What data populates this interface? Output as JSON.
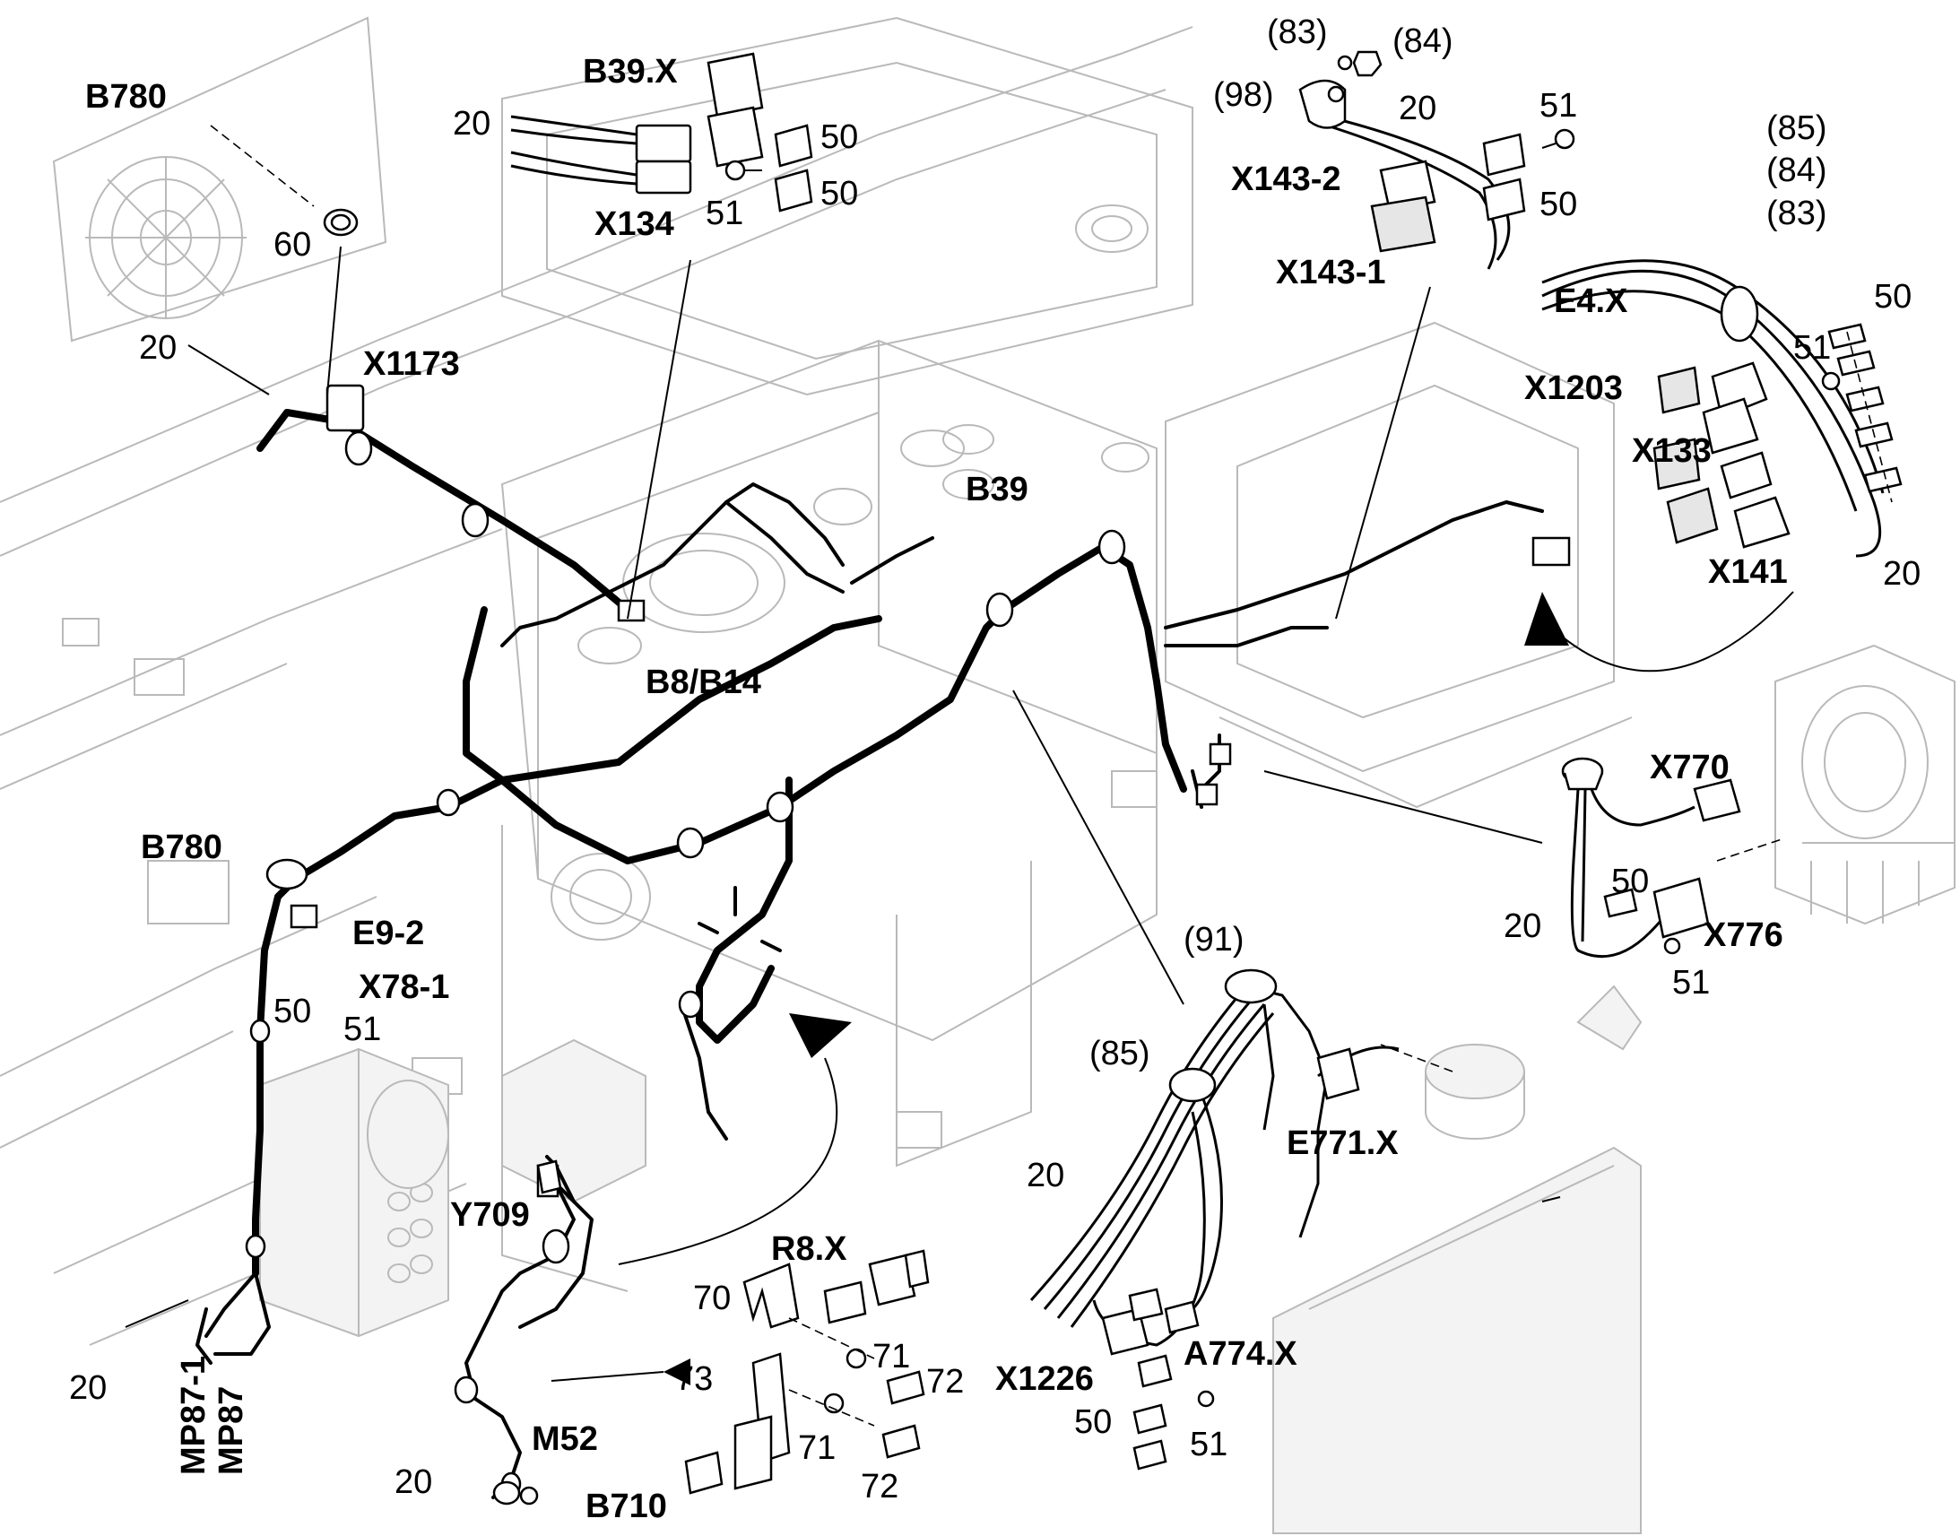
{
  "labels": {
    "B780_top": "B780",
    "B39X": "B39.X",
    "n20_b39": "20",
    "n50_b39a": "50",
    "n50_b39b": "50",
    "n51_b39": "51",
    "X134": "X134",
    "n60": "60",
    "n20_left": "20",
    "X1173": "X1173",
    "B39": "B39",
    "B8B14": "B8/B14",
    "B780_left": "B780",
    "E9_2": "E9-2",
    "X78_1": "X78-1",
    "n50_left": "50",
    "n51_left": "51",
    "n20_bottom_left": "20",
    "MP87_1": "MP87-1",
    "MP87": "MP87",
    "Y709": "Y709",
    "M52": "M52",
    "n20_m52": "20",
    "B710": "B710",
    "R8X": "R8.X",
    "n70": "70",
    "n73": "73",
    "n71a": "71",
    "n72a": "72",
    "n71b": "71",
    "n72b": "72",
    "n83_top": "(83)",
    "n84_top": "(84)",
    "n98": "(98)",
    "n20_x143": "20",
    "X143_2": "X143-2",
    "X143_1": "X143-1",
    "n51_x143": "51",
    "n50_x143": "50",
    "n85_right": "(85)",
    "n84_right": "(84)",
    "n83_right": "(83)",
    "E4X": "E4.X",
    "X1203": "X1203",
    "X133": "X133",
    "X141": "X141",
    "n50_right": "50",
    "n51_right": "51",
    "n20_right": "20",
    "X770": "X770",
    "X776": "X776",
    "n50_x776": "50",
    "n20_x776": "20",
    "n51_x776": "51",
    "n91": "(91)",
    "n85_mid": "(85)",
    "n20_mid": "20",
    "E771X": "E771.X",
    "X1226": "X1226",
    "A774X": "A774.X",
    "n50_a774": "50",
    "n51_a774": "51"
  }
}
